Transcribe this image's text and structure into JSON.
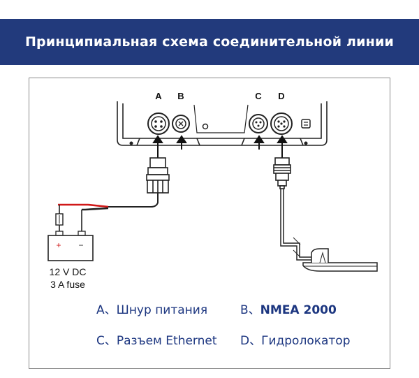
{
  "header": {
    "title": "Принципиальная схема соединительной линии"
  },
  "ports": [
    "A",
    "B",
    "C",
    "D"
  ],
  "battery": {
    "plus": "+",
    "minus": "−",
    "line1": "12 V DC",
    "line2": "3 A fuse"
  },
  "legend": [
    {
      "key": "A、",
      "text": "Шнур питания"
    },
    {
      "key": "B、",
      "text": "NMEA 2000"
    },
    {
      "key": "C、",
      "text": "Разъем Ethernet"
    },
    {
      "key": "D、",
      "text": "Гидролокатор"
    }
  ],
  "colors": {
    "banner": "#223a7c",
    "legend_text": "#1c3680",
    "wire_red": "#d01818"
  }
}
